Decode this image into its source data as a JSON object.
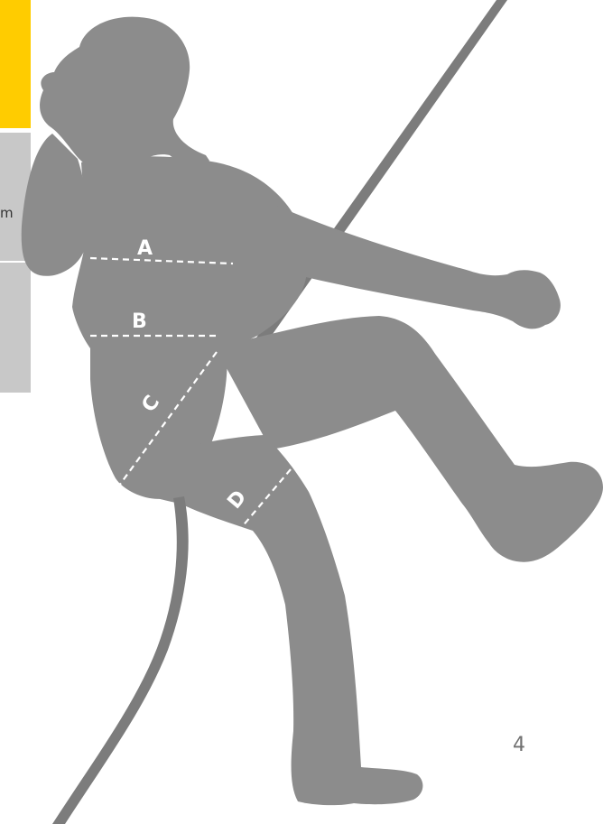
{
  "side_tab": {
    "cut_text": "m"
  },
  "figure": {
    "labels": {
      "a": "A",
      "b": "B",
      "c": "C",
      "d": "D"
    }
  },
  "page_number": "4",
  "colors": {
    "tab_yellow": "#ffcc00",
    "tab_grey": "#c8c8c8",
    "silhouette": "#8c8c8c",
    "rope": "#7c7c7c",
    "measure_line": "#ffffff"
  }
}
